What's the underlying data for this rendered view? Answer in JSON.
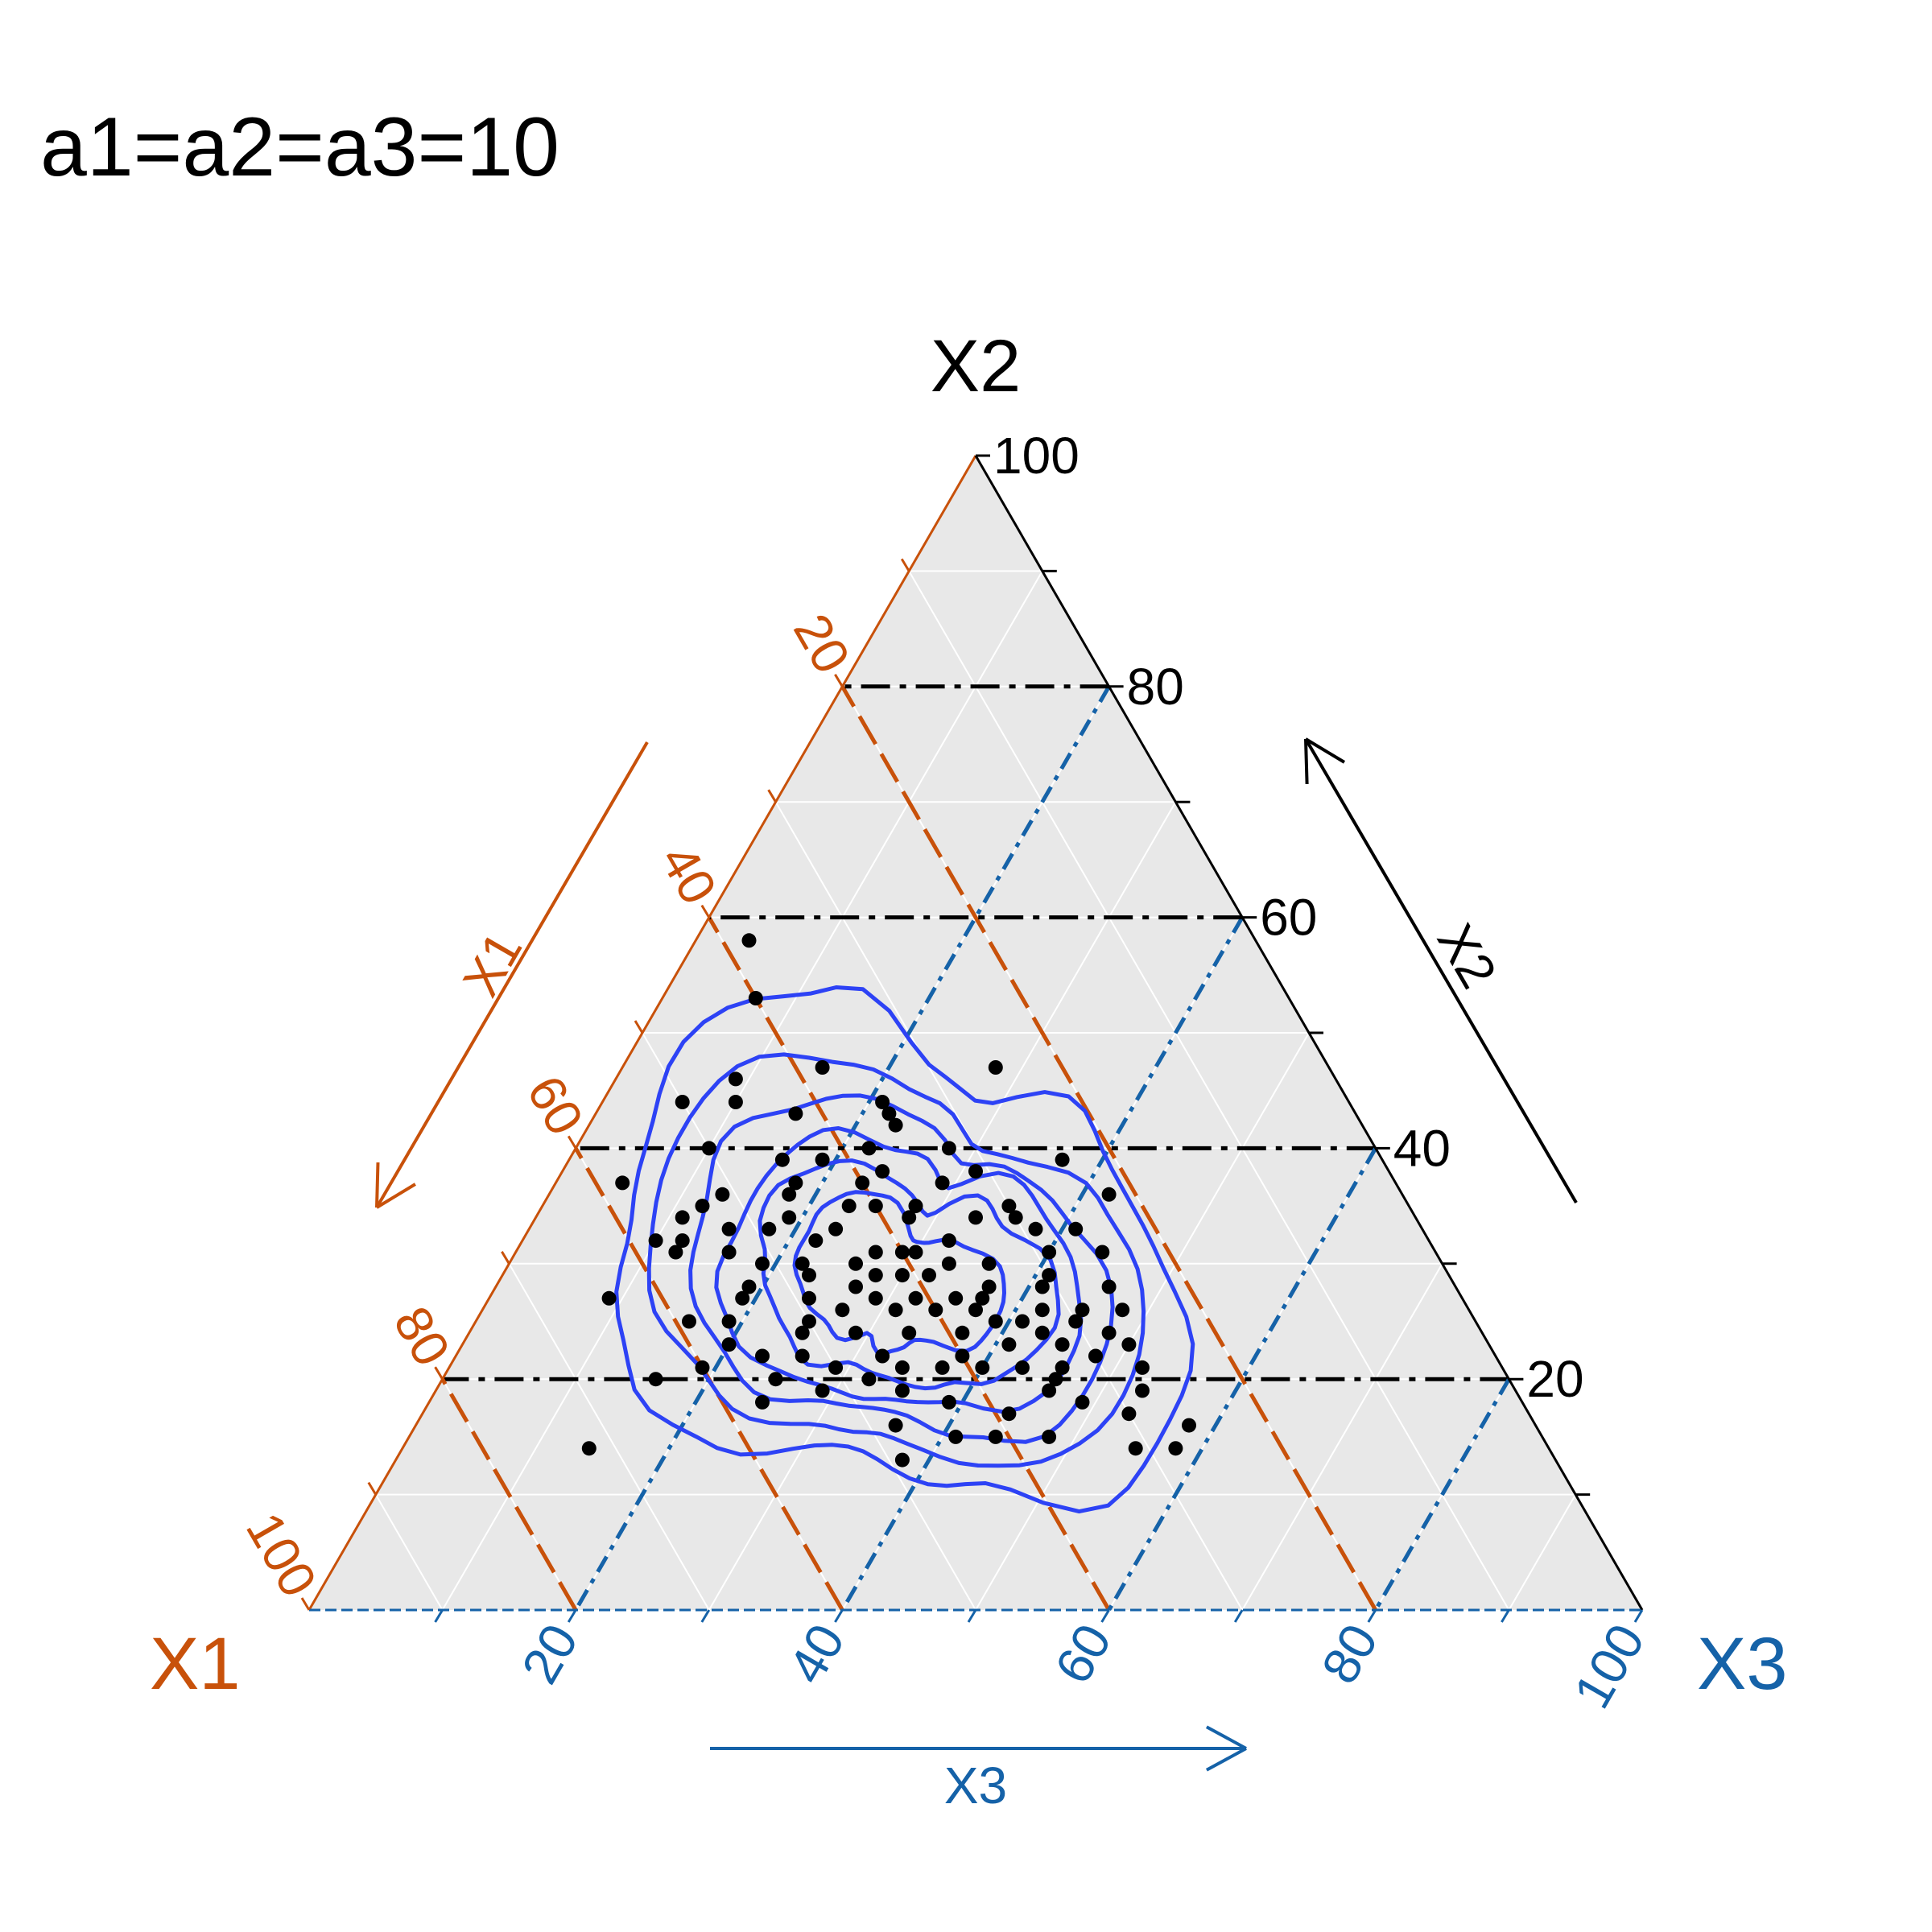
{
  "chart_data": {
    "type": "scatter",
    "subtype": "ternary",
    "title": "a1=a2=a3=10",
    "axes": {
      "X1": {
        "label": "X1",
        "arrow_label": "X1",
        "color": "#C8510A",
        "ticks": [
          20,
          40,
          60,
          80,
          100
        ],
        "tick_labels": [
          "20",
          "40",
          "60",
          "80",
          "100"
        ],
        "line_style": "long-dash"
      },
      "X2": {
        "label": "X2",
        "arrow_label": "X2",
        "color": "#000000",
        "ticks": [
          20,
          40,
          60,
          80,
          100
        ],
        "tick_labels": [
          "20",
          "40",
          "60",
          "80",
          "100"
        ],
        "line_style": "dash-dot"
      },
      "X3": {
        "label": "X3",
        "arrow_label": "X3",
        "color": "#1562A8",
        "ticks": [
          20,
          40,
          60,
          80,
          100
        ],
        "tick_labels": [
          "20",
          "40",
          "60",
          "80",
          "100"
        ],
        "line_style": "dash-dot"
      }
    },
    "range": [
      0,
      100
    ],
    "grid": true,
    "grid_step": 10,
    "background": "#E8E8E8",
    "point_color": "#000000",
    "contour_color": "#2D42F5",
    "contour_levels": 6,
    "points": [
      [
        40,
        53,
        7
      ],
      [
        38,
        58,
        4
      ],
      [
        45,
        46,
        9
      ],
      [
        50,
        44,
        6
      ],
      [
        38,
        47,
        15
      ],
      [
        46,
        44,
        10
      ],
      [
        35,
        44,
        21
      ],
      [
        25,
        47,
        28
      ],
      [
        35,
        43,
        22
      ],
      [
        35,
        42,
        23
      ],
      [
        46,
        36,
        18
      ],
      [
        58,
        37,
        5
      ],
      [
        45,
        37,
        18
      ],
      [
        40,
        35,
        25
      ],
      [
        30,
        34,
        36
      ],
      [
        56,
        32,
        12
      ],
      [
        58,
        32,
        10
      ],
      [
        57,
        31,
        12
      ],
      [
        51,
        30,
        19
      ],
      [
        48,
        30,
        22
      ],
      [
        44,
        30,
        26
      ],
      [
        40,
        31,
        29
      ],
      [
        37,
        30,
        33
      ],
      [
        49,
        27,
        24
      ],
      [
        44,
        27,
        29
      ],
      [
        40,
        26,
        34
      ],
      [
        36,
        25,
        39
      ],
      [
        32,
        26,
        42
      ],
      [
        29,
        26,
        45
      ],
      [
        26,
        28,
        46
      ],
      [
        27,
        23,
        50
      ],
      [
        30,
        22,
        48
      ],
      [
        33,
        21,
        46
      ],
      [
        39,
        21,
        40
      ],
      [
        42,
        21,
        37
      ],
      [
        46,
        19,
        35
      ],
      [
        64,
        27,
        9
      ],
      [
        64,
        20,
        16
      ],
      [
        26,
        16,
        58
      ],
      [
        28,
        14,
        58
      ],
      [
        31,
        14,
        55
      ],
      [
        72,
        14,
        14
      ],
      [
        49,
        13,
        38
      ],
      [
        52,
        19,
        29
      ],
      [
        57,
        18,
        25
      ],
      [
        46,
        22,
        32
      ],
      [
        34,
        20,
        46
      ],
      [
        30,
        17,
        53
      ],
      [
        39,
        17,
        44
      ],
      [
        43,
        18,
        39
      ],
      [
        55,
        22,
        23
      ],
      [
        60,
        21,
        19
      ],
      [
        59,
        25,
        16
      ],
      [
        26,
        33,
        41
      ],
      [
        30,
        29,
        41
      ],
      [
        35,
        28,
        37
      ],
      [
        41,
        29,
        30
      ],
      [
        36,
        32,
        32
      ],
      [
        33,
        34,
        33
      ],
      [
        30,
        35,
        35
      ],
      [
        34,
        37,
        29
      ],
      [
        38,
        40,
        22
      ],
      [
        32,
        40,
        28
      ],
      [
        50,
        40,
        10
      ],
      [
        53,
        35,
        12
      ],
      [
        51,
        24,
        25
      ],
      [
        47,
        24,
        29
      ],
      [
        53,
        28,
        19
      ],
      [
        42,
        43,
        15
      ],
      [
        39,
        31,
        30
      ],
      [
        43,
        29,
        28
      ],
      [
        49,
        33,
        18
      ],
      [
        52,
        33,
        15
      ],
      [
        28,
        19,
        53
      ],
      [
        33,
        18,
        49
      ],
      [
        48,
        16,
        36
      ],
      [
        37,
        15,
        48
      ],
      [
        41,
        15,
        44
      ],
      [
        44,
        15,
        41
      ],
      [
        22,
        36,
        42
      ],
      [
        24,
        39,
        37
      ],
      [
        25,
        31,
        44
      ],
      [
        29,
        31,
        40
      ],
      [
        33,
        24,
        43
      ],
      [
        36,
        23,
        41
      ],
      [
        47,
        26,
        27
      ],
      [
        54,
        27,
        19
      ],
      [
        56,
        25,
        19
      ],
      [
        43,
        24,
        33
      ],
      [
        36,
        27,
        37
      ],
      [
        26,
        26,
        48
      ],
      [
        30,
        25,
        45
      ],
      [
        34,
        30,
        36
      ],
      [
        38,
        34,
        28
      ],
      [
        42,
        35,
        23
      ],
      [
        45,
        39,
        16
      ],
      [
        41,
        27,
        32
      ],
      [
        39,
        24,
        37
      ],
      [
        52,
        22,
        26
      ],
      [
        48,
        20,
        32
      ],
      [
        45,
        21,
        34
      ],
      [
        38,
        27,
        35
      ],
      [
        42,
        31,
        27
      ],
      [
        40,
        37,
        23
      ],
      [
        44,
        33,
        23
      ],
      [
        46,
        32,
        22
      ],
      [
        50,
        25,
        25
      ],
      [
        43,
        26,
        31
      ],
      [
        37,
        35,
        28
      ],
      [
        31,
        28,
        41
      ],
      [
        55,
        20,
        25
      ],
      [
        57,
        23,
        20
      ],
      [
        35,
        19,
        46
      ],
      [
        32,
        23,
        45
      ],
      [
        27,
        21,
        52
      ],
      [
        47,
        34,
        19
      ],
      [
        51,
        36,
        13
      ],
      [
        39,
        29,
        32
      ],
      [
        40,
        22,
        38
      ],
      [
        31,
        38,
        31
      ],
      [
        29,
        33,
        38
      ],
      [
        28,
        24,
        48
      ],
      [
        53,
        31,
        16
      ],
      [
        55,
        34,
        11
      ],
      [
        38,
        38,
        24
      ],
      [
        42,
        39,
        19
      ],
      [
        45,
        28,
        27
      ],
      [
        37,
        26,
        37
      ],
      [
        34,
        25,
        41
      ],
      [
        36,
        21,
        43
      ],
      [
        48,
        29,
        23
      ],
      [
        50,
        21,
        29
      ]
    ]
  }
}
